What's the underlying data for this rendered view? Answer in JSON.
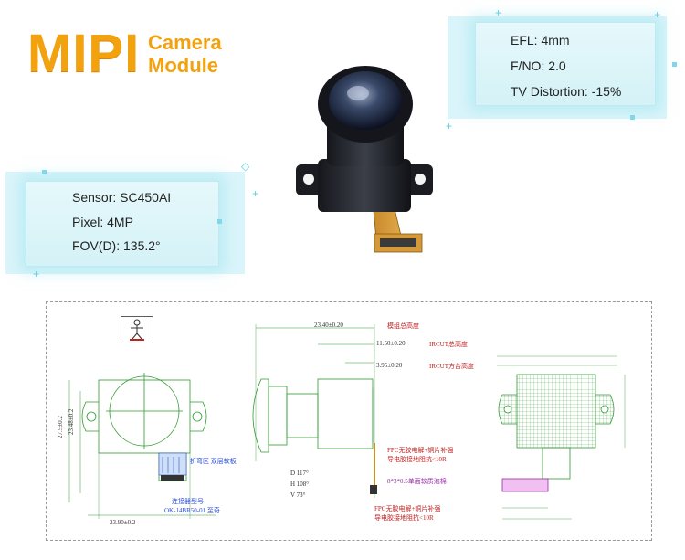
{
  "title": {
    "main": "MIPI",
    "sub_line1": "Camera",
    "sub_line2": "Module"
  },
  "specs_right": {
    "efl": "EFL: 4mm",
    "fno": "F/NO: 2.0",
    "tv_distortion": "TV Distortion: -15%"
  },
  "specs_left": {
    "sensor": "Sensor: SC450AI",
    "pixel": "Pixel: 4MP",
    "fov": "FOV(D): 135.2°"
  },
  "colors": {
    "title": "#f2a20f",
    "spec_box": "#dcf4f8",
    "drawing_line": "#2e9a2e",
    "fpc": "#c8902c"
  },
  "drawing": {
    "dim_total": "23.40±0.20",
    "dim_total_label": "模组总高度",
    "dim_ircut": "11.50±0.20",
    "dim_ircut_label": "IRCUT总高度",
    "dim_ircut_plane": "3.95±0.20",
    "dim_ircut_plane_label": "IRCUT方台高度",
    "fov_d": "D 117°",
    "fov_h": "H 108°",
    "fov_v": "V 73°",
    "connector_note1": "连接器型号",
    "connector_note2": "OK-14BR50-01 至奇",
    "stiffener_note": "8*3*0.5单面软质泡棉",
    "fpc_note1": "FPC无胶电解+铜片补强",
    "fpc_note2": "导电胶接地阻抗<10R",
    "fpc_note3": "FPC无胶电解+铜片补强",
    "fpc_note4": "导电胶接地阻抗<10R",
    "bend_note": "折弯区 双层软板",
    "width_dim": "23.90±0.2",
    "height_dim1": "27.5±0.2",
    "height_dim2": "23.48±0.2"
  }
}
